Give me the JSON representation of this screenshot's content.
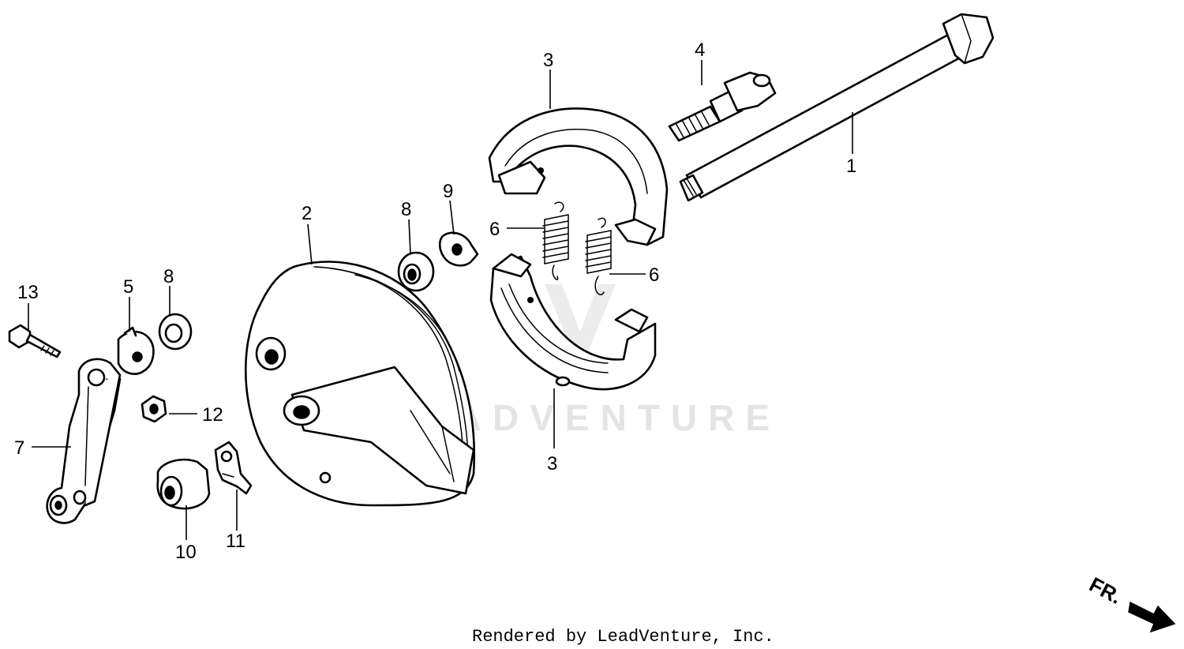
{
  "watermark": {
    "text": "LEADVENTURE"
  },
  "callouts": {
    "c1": "1",
    "c2": "2",
    "c3a": "3",
    "c3b": "3",
    "c4": "4",
    "c5": "5",
    "c6a": "6",
    "c6b": "6",
    "c7": "7",
    "c8a": "8",
    "c8b": "8",
    "c9": "9",
    "c10": "10",
    "c11": "11",
    "c12": "12",
    "c13": "13"
  },
  "front_indicator": {
    "label": "FR."
  },
  "footer": {
    "credit": "Rendered by LeadVenture, Inc."
  }
}
